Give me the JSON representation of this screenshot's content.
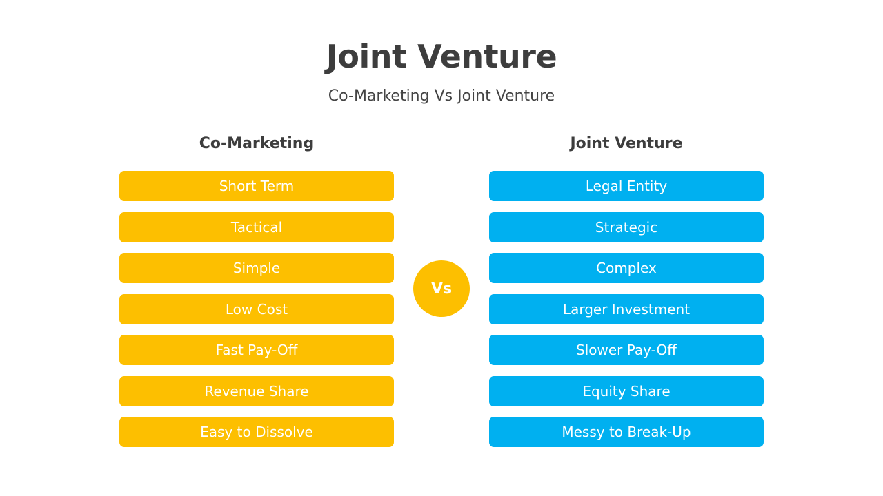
{
  "title": "Joint Venture",
  "subtitle": "Co-Marketing Vs Joint Venture",
  "vs_label": "Vs",
  "colors": {
    "left_accent": "#fdbf00",
    "right_accent": "#00b0f0",
    "heading_text": "#3d3d3d"
  },
  "left": {
    "heading": "Co-Marketing",
    "items": [
      "Short Term",
      "Tactical",
      "Simple",
      "Low Cost",
      "Fast Pay-Off",
      "Revenue Share",
      "Easy to Dissolve"
    ]
  },
  "right": {
    "heading": "Joint Venture",
    "items": [
      "Legal Entity",
      "Strategic",
      "Complex",
      "Larger Investment",
      "Slower Pay-Off",
      "Equity Share",
      "Messy to Break-Up"
    ]
  }
}
